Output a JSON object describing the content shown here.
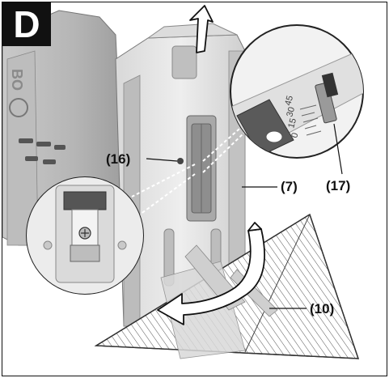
{
  "step_letter": "D",
  "callouts": {
    "c16": "(16)",
    "c7": "(7)",
    "c17": "(17)",
    "c10": "(10)"
  },
  "scale_marks": [
    "45",
    "30",
    "15",
    "0"
  ],
  "brand_fragment": "BO",
  "icons": {
    "up_arrow": "up-arrow-icon",
    "rotate_arrow": "rotate-arrow-icon"
  }
}
